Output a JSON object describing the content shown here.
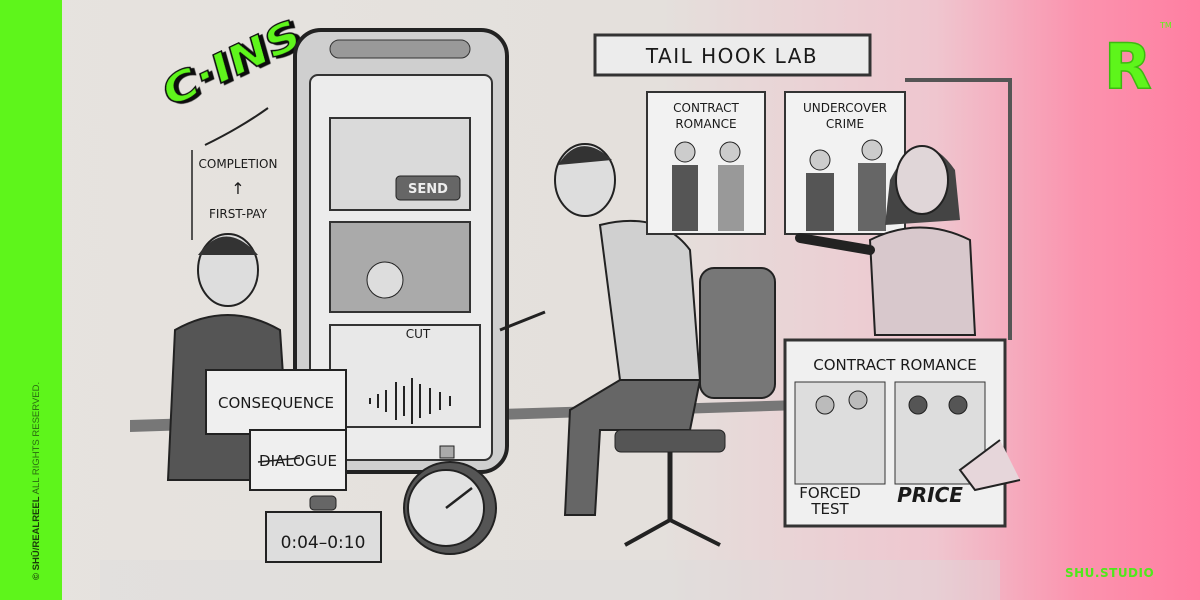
{
  "sidebar": {
    "copyright_bold": "© SHŪ/REALREEL",
    "copyright_rest": " ALL RIGHTS RESERVED."
  },
  "logo": {
    "text": "C·INS",
    "brand_mark": "R",
    "trademark": "TM",
    "studio": "SHU.STUDIO"
  },
  "funnel": {
    "top": "COMPLETION",
    "arrow": "↑",
    "bottom": "FIRST-PAY"
  },
  "phone": {
    "send_label": "SEND",
    "cut_label": "CUT"
  },
  "boxes": {
    "top": "CONSEQUENCE",
    "bottom": "DIALOGUE"
  },
  "timer": {
    "readout": "0:04–0:10"
  },
  "sign": {
    "title": "TAIL HOOK LAB"
  },
  "posters": [
    {
      "title_line1": "CONTRACT",
      "title_line2": "ROMANCE"
    },
    {
      "title_line1": "UNDERCOVER",
      "title_line2": "CRIME"
    }
  ],
  "board": {
    "title": "CONTRACT ROMANCE",
    "left_caption_line1": "FORCED",
    "left_caption_line2": "TEST",
    "right_caption": "PRICE"
  },
  "colors": {
    "accent_green": "#5ef51b",
    "pink": "#ff7fa2",
    "logo_dot": "#e83ad8"
  }
}
